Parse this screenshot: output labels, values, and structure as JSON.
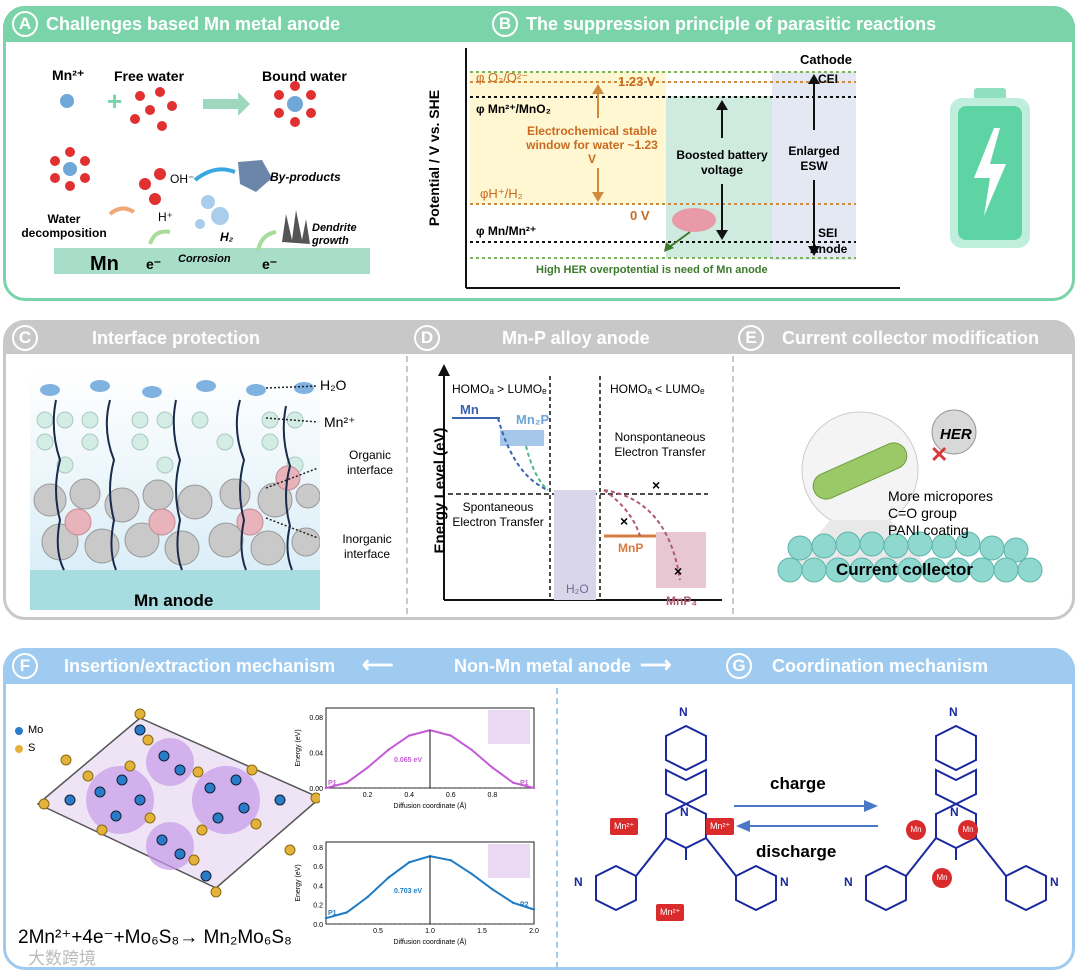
{
  "panelA": {
    "letter": "A",
    "title": "Challenges based Mn metal anode",
    "mn_ion": "Mn²⁺",
    "free_water": "Free water",
    "bound_water": "Bound water",
    "oh": "OH⁻",
    "byproducts": "By-products",
    "hplus": "H⁺",
    "h2": "H₂",
    "water_decomp": "Water decomposition",
    "dendrite": "Dendrite growth",
    "corrosion": "Corrosion",
    "mn": "Mn",
    "electron": "e⁻",
    "electron2": "e⁻"
  },
  "panelB": {
    "letter": "B",
    "title": "The suppression principle of parasitic reactions",
    "yaxis": "Potential / V vs. SHE",
    "o2": "φ O₂/O²⁻",
    "v123": "1.23 V",
    "mno2": "φ Mn²⁺/MnO₂",
    "esw_window": "Electrochemical stable window for water ~1.23 V",
    "h2": "φH⁺/H₂",
    "v0": "0 V",
    "mnmn": "φ Mn/Mn²⁺",
    "boosted": "Boosted battery voltage",
    "cathode": "Cathode",
    "cei": "CEI",
    "enlarged": "Enlarged ESW",
    "sei": "SEI",
    "anode": "Anode",
    "her_note": "High HER overpotential is need of Mn anode"
  },
  "panelC": {
    "letter": "C",
    "title": "Interface protection",
    "h2o": "H₂O",
    "mn2": "Mn²⁺",
    "organic": "Organic interface",
    "inorganic": "Inorganic interface",
    "anode": "Mn anode"
  },
  "panelD": {
    "letter": "D",
    "title": "Mn-P alloy anode",
    "yaxis": "Energy Level (eV)",
    "homo_gt": "HOMOₐ > LUMOₑ",
    "homo_lt": "HOMOₐ < LUMOₑ",
    "mn": "Mn",
    "mn2p": "Mn₂P",
    "spont": "Spontaneous Electron Transfer",
    "nonspont": "Nonspontaneous Electron Transfer",
    "h2o": "H₂O",
    "mnp": "MnP",
    "mnp4": "MnP₄"
  },
  "panelE": {
    "letter": "E",
    "title": "Current collector modification",
    "her": "HER",
    "features": [
      "More micropores",
      "C=O group",
      "PANI coating"
    ],
    "collector": "Current collector"
  },
  "panelFG": {
    "letterF": "F",
    "titleF": "Insertion/extraction mechanism",
    "middle": "Non-Mn metal anode",
    "letterG": "G",
    "titleG": "Coordination mechanism",
    "legend_mo": "Mo",
    "legend_s": "S",
    "equation": "2Mn²⁺+4e⁻+Mo₆S₈→ Mn₂Mo₆S₈",
    "charge": "charge",
    "discharge": "discharge",
    "mn_badge": "Mn²⁺",
    "mn_small": "Mn",
    "watermark": "大数跨境"
  },
  "chart_data": [
    {
      "type": "line",
      "xlabel": "Diffusion coordinate (Å)",
      "ylabel": "Energy (eV)",
      "xlim": [
        0,
        1.0
      ],
      "ylim": [
        0,
        0.09
      ],
      "xticks": [
        "0.2",
        "0.4",
        "0.6",
        "0.8"
      ],
      "yticks": [
        "0.00",
        "0.04",
        "0.08"
      ],
      "x": [
        0,
        0.1,
        0.2,
        0.3,
        0.4,
        0.5,
        0.6,
        0.7,
        0.8,
        0.9,
        1.0
      ],
      "y": [
        0.0,
        0.006,
        0.023,
        0.043,
        0.059,
        0.065,
        0.059,
        0.043,
        0.023,
        0.006,
        0.0
      ],
      "barrier_label": "0.065 eV",
      "start_label": "P1",
      "end_label": "P1",
      "color": "#c45bd6"
    },
    {
      "type": "line",
      "xlabel": "Diffusion coordinate (Å)",
      "ylabel": "Energy (eV)",
      "xlim": [
        0,
        2.0
      ],
      "ylim": [
        0,
        0.85
      ],
      "xticks": [
        "0.5",
        "1.0",
        "1.5",
        "2.0"
      ],
      "yticks": [
        "0.0",
        "0.2",
        "0.4",
        "0.6",
        "0.8"
      ],
      "x": [
        0,
        0.2,
        0.4,
        0.6,
        0.8,
        1.0,
        1.2,
        1.4,
        1.6,
        1.8,
        2.0
      ],
      "y": [
        0.06,
        0.12,
        0.28,
        0.48,
        0.64,
        0.703,
        0.66,
        0.52,
        0.36,
        0.22,
        0.15
      ],
      "barrier_label": "0.703 eV",
      "start_label": "P1",
      "end_label": "P2",
      "color": "#1e7bc4"
    }
  ]
}
